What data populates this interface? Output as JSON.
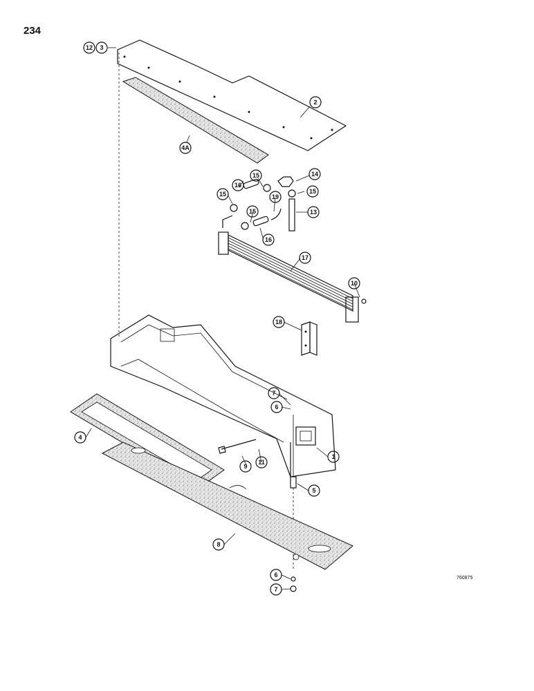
{
  "page": {
    "number": "234",
    "drawing_code": "760875"
  },
  "callouts": [
    {
      "id": "c-12",
      "label": "12"
    },
    {
      "id": "c-3",
      "label": "3"
    },
    {
      "id": "c-2",
      "label": "2"
    },
    {
      "id": "c-4a",
      "label": "4A"
    },
    {
      "id": "c-14",
      "label": "14"
    },
    {
      "id": "c-15a",
      "label": "15"
    },
    {
      "id": "c-16a",
      "label": "16"
    },
    {
      "id": "c-15b",
      "label": "15"
    },
    {
      "id": "c-15c",
      "label": "15"
    },
    {
      "id": "c-19",
      "label": "19"
    },
    {
      "id": "c-13",
      "label": "13"
    },
    {
      "id": "c-15d",
      "label": "15"
    },
    {
      "id": "c-16b",
      "label": "16"
    },
    {
      "id": "c-17",
      "label": "17"
    },
    {
      "id": "c-10",
      "label": "10"
    },
    {
      "id": "c-18",
      "label": "18"
    },
    {
      "id": "c-7a",
      "label": "7"
    },
    {
      "id": "c-6a",
      "label": "6"
    },
    {
      "id": "c-4",
      "label": "4"
    },
    {
      "id": "c-9",
      "label": "9"
    },
    {
      "id": "c-11",
      "label": "11"
    },
    {
      "id": "c-1",
      "label": "1"
    },
    {
      "id": "c-5",
      "label": "5"
    },
    {
      "id": "c-8",
      "label": "8"
    },
    {
      "id": "c-6b",
      "label": "6"
    },
    {
      "id": "c-7b",
      "label": "7"
    }
  ],
  "colors": {
    "ink": "#111111",
    "speckle": "#d9d9d9",
    "paper": "#ffffff"
  }
}
